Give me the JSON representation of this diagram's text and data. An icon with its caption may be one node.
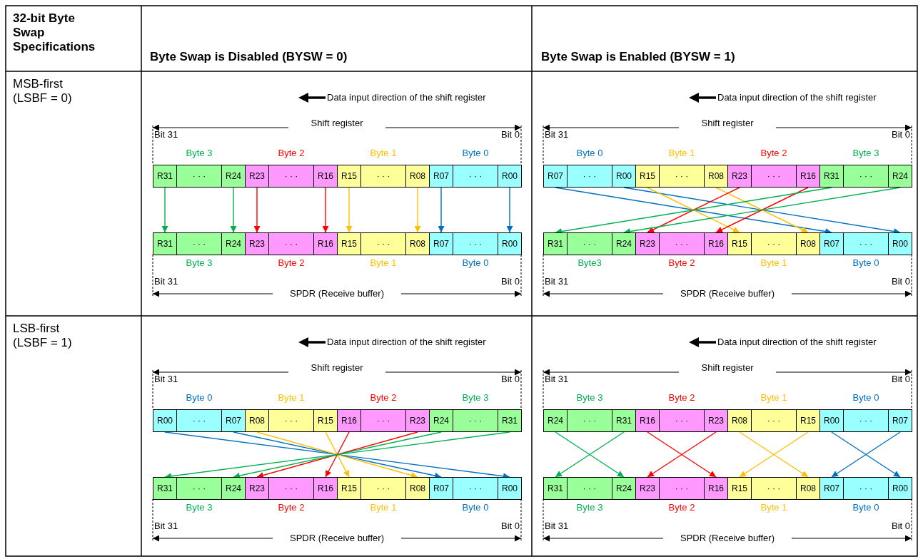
{
  "diagram": {
    "nodes": [
      {
        "text": [
          "R31"
        ]
      },
      {
        "text": [
          "· · ·"
        ]
      },
      {
        "text": [
          "R24"
        ]
      },
      {
        "text": [
          "R23"
        ]
      },
      {
        "text": [
          "· · ·"
        ]
      },
      {
        "text": [
          "R16"
        ]
      },
      {
        "text": [
          "R15"
        ]
      },
      {
        "text": [
          "· · ·"
        ]
      },
      {
        "text": [
          "R08"
        ]
      },
      {
        "text": [
          "R07"
        ]
      },
      {
        "text": [
          "· · ·"
        ]
      },
      {
        "text": [
          "R00"
        ]
      },
      {
        "text": [
          "R31"
        ]
      },
      {
        "text": [
          "· · ·"
        ]
      },
      {
        "text": [
          "R24"
        ]
      },
      {
        "text": [
          "R23"
        ]
      },
      {
        "text": [
          "· · ·"
        ]
      },
      {
        "text": [
          "R16"
        ]
      },
      {
        "text": [
          "R15"
        ]
      },
      {
        "text": [
          "· · ·"
        ]
      },
      {
        "text": [
          "R08"
        ]
      },
      {
        "text": [
          "R07"
        ]
      },
      {
        "text": [
          "· · ·"
        ]
      },
      {
        "text": [
          "R00"
        ]
      },
      {
        "text": [
          "R07"
        ]
      },
      {
        "text": [
          "· · ·"
        ]
      },
      {
        "text": [
          "R00"
        ]
      },
      {
        "text": [
          "R15"
        ]
      },
      {
        "text": [
          "· · ·"
        ]
      },
      {
        "text": [
          "R08"
        ]
      },
      {
        "text": [
          "R23"
        ]
      },
      {
        "text": [
          "· · ·"
        ]
      },
      {
        "text": [
          "R16"
        ]
      },
      {
        "text": [
          "R31"
        ]
      },
      {
        "text": [
          "· · ·"
        ]
      },
      {
        "text": [
          "R24"
        ]
      },
      {
        "text": [
          "R31"
        ]
      },
      {
        "text": [
          "· · ·"
        ]
      },
      {
        "text": [
          "R24"
        ]
      },
      {
        "text": [
          "R23"
        ]
      },
      {
        "text": [
          "· · ·"
        ]
      },
      {
        "text": [
          "R16"
        ]
      },
      {
        "text": [
          "R15"
        ]
      },
      {
        "text": [
          "· · ·"
        ]
      },
      {
        "text": [
          "R08"
        ]
      },
      {
        "text": [
          "R07"
        ]
      },
      {
        "text": [
          "· · ·"
        ]
      },
      {
        "text": [
          "R00"
        ]
      },
      {
        "text": [
          "R00"
        ]
      },
      {
        "text": [
          "· · ·"
        ]
      },
      {
        "text": [
          "R07"
        ]
      },
      {
        "text": [
          "R08"
        ]
      },
      {
        "text": [
          "· · ·"
        ]
      },
      {
        "text": [
          "R15"
        ]
      },
      {
        "text": [
          "R16"
        ]
      },
      {
        "text": [
          "· · ·"
        ]
      },
      {
        "text": [
          "R23"
        ]
      },
      {
        "text": [
          "R24"
        ]
      },
      {
        "text": [
          "· · ·"
        ]
      },
      {
        "text": [
          "R31"
        ]
      },
      {
        "text": [
          "R31"
        ]
      },
      {
        "text": [
          "· · ·"
        ]
      },
      {
        "text": [
          "R24"
        ]
      },
      {
        "text": [
          "R23"
        ]
      },
      {
        "text": [
          "· · ·"
        ]
      },
      {
        "text": [
          "R16"
        ]
      },
      {
        "text": [
          "R15"
        ]
      },
      {
        "text": [
          "· · ·"
        ]
      },
      {
        "text": [
          "R08"
        ]
      },
      {
        "text": [
          "R07"
        ]
      },
      {
        "text": [
          "· · ·"
        ]
      },
      {
        "text": [
          "R00"
        ]
      },
      {
        "text": [
          "R24"
        ]
      },
      {
        "text": [
          "· · ·"
        ]
      },
      {
        "text": [
          "R31"
        ]
      },
      {
        "text": [
          "R16"
        ]
      },
      {
        "text": [
          "· · ·"
        ]
      },
      {
        "text": [
          "R23"
        ]
      },
      {
        "text": [
          "R08"
        ]
      },
      {
        "text": [
          "· · ·"
        ]
      },
      {
        "text": [
          "R15"
        ]
      },
      {
        "text": [
          "R00"
        ]
      },
      {
        "text": [
          "· · ·"
        ]
      },
      {
        "text": [
          "R07"
        ]
      },
      {
        "text": [
          "R31"
        ]
      },
      {
        "text": [
          "· · ·"
        ]
      },
      {
        "text": [
          "R24"
        ]
      },
      {
        "text": [
          "R23"
        ]
      },
      {
        "text": [
          "· · ·"
        ]
      },
      {
        "text": [
          "R16"
        ]
      },
      {
        "text": [
          "R15"
        ]
      },
      {
        "text": [
          "· · ·"
        ]
      },
      {
        "text": [
          "R08"
        ]
      },
      {
        "text": [
          "R07"
        ]
      },
      {
        "text": [
          "· · ·"
        ]
      },
      {
        "text": [
          "R00"
        ]
      }
    ],
    "edges": [
      {
        "from": 0,
        "to": 12,
        "arrow": "to",
        "color": "#00b050"
      },
      {
        "from": 2,
        "to": 14,
        "arrow": "to",
        "color": "#00b050"
      },
      {
        "from": 3,
        "to": 15,
        "arrow": "to",
        "color": "#ff0000"
      },
      {
        "from": 5,
        "to": 17,
        "arrow": "to",
        "color": "#ff0000"
      },
      {
        "from": 6,
        "to": 18,
        "arrow": "to",
        "color": "#ffc000"
      },
      {
        "from": 8,
        "to": 20,
        "arrow": "to",
        "color": "#ffc000"
      },
      {
        "from": 9,
        "to": 21,
        "arrow": "to",
        "color": "#0070c0"
      },
      {
        "from": 11,
        "to": 23,
        "arrow": "to",
        "color": "#0070c0"
      },
      {
        "from": 24,
        "to": 45,
        "arrow": "to",
        "color": "#0070c0"
      },
      {
        "from": 26,
        "to": 47,
        "arrow": "to",
        "color": "#0070c0"
      },
      {
        "from": 27,
        "to": 42,
        "arrow": "to",
        "color": "#ffc000"
      },
      {
        "from": 29,
        "to": 44,
        "arrow": "to",
        "color": "#ffc000"
      },
      {
        "from": 30,
        "to": 39,
        "arrow": "to",
        "color": "#ff0000"
      },
      {
        "from": 32,
        "to": 41,
        "arrow": "to",
        "color": "#ff0000"
      },
      {
        "from": 33,
        "to": 36,
        "arrow": "to",
        "color": "#00b050"
      },
      {
        "from": 35,
        "to": 38,
        "arrow": "to",
        "color": "#00b050"
      },
      {
        "from": 48,
        "to": 71,
        "arrow": "to",
        "color": "#0070c0"
      },
      {
        "from": 50,
        "to": 69,
        "arrow": "to",
        "color": "#0070c0"
      },
      {
        "from": 51,
        "to": 68,
        "arrow": "to",
        "color": "#ffc000"
      },
      {
        "from": 53,
        "to": 66,
        "arrow": "to",
        "color": "#ffc000"
      },
      {
        "from": 54,
        "to": 65,
        "arrow": "to",
        "color": "#ff0000"
      },
      {
        "from": 56,
        "to": 63,
        "arrow": "to",
        "color": "#ff0000"
      },
      {
        "from": 57,
        "to": 62,
        "arrow": "to",
        "color": "#00b050"
      },
      {
        "from": 59,
        "to": 60,
        "arrow": "to",
        "color": "#00b050"
      },
      {
        "from": 72,
        "to": 86,
        "arrow": "to",
        "color": "#00b050"
      },
      {
        "from": 74,
        "to": 84,
        "arrow": "to",
        "color": "#00b050"
      },
      {
        "from": 75,
        "to": 89,
        "arrow": "to",
        "color": "#ff0000"
      },
      {
        "from": 77,
        "to": 87,
        "arrow": "to",
        "color": "#ff0000"
      },
      {
        "from": 78,
        "to": 92,
        "arrow": "to",
        "color": "#ffc000"
      },
      {
        "from": 80,
        "to": 90,
        "arrow": "to",
        "color": "#ffc000"
      },
      {
        "from": 81,
        "to": 95,
        "arrow": "to",
        "color": "#0070c0"
      },
      {
        "from": 83,
        "to": 93,
        "arrow": "to",
        "color": "#0070c0"
      }
    ],
    "labels": [
      "32-bit Byte Swap Specifications",
      "Byte Swap is Disabled (BYSW = 0)",
      "Byte Swap is Enabled (BYSW = 1)",
      "MSB-first (LSBF = 0)",
      "Data input direction of the shift register",
      "Shift register",
      "Bit 31",
      "Bit 0",
      "Byte 3",
      "Byte 2",
      "Byte 1",
      "Byte 0",
      "Byte 3",
      "Byte 2",
      "Byte 1",
      "Byte 0",
      "Bit 31",
      "Bit 0",
      "SPDR (Receive buffer)",
      "Data input direction of the shift register",
      "Shift register",
      "Bit 31",
      "Bit 0",
      "Byte 0",
      "Byte 1",
      "Byte 2",
      "Byte 3",
      "Byte3",
      "Byte 2",
      "Byte 1",
      "Byte 0",
      "Bit 31",
      "Bit 0",
      "SPDR (Receive buffer)",
      "LSB-first (LSBF = 1)",
      "Data input direction of the shift register",
      "Shift register",
      "Bit 31",
      "Bit 0",
      "Byte 0",
      "Byte 1",
      "Byte 2",
      "Byte 3",
      "Byte 3",
      "Byte 2",
      "Byte 1",
      "Byte 0",
      "Bit 31",
      "Bit 0",
      "SPDR (Receive buffer)",
      "Data input direction of the shift register",
      "Shift register",
      "Bit 31",
      "Bit 0",
      "Byte 3",
      "Byte 2",
      "Byte 1",
      "Byte 0",
      "Byte 3",
      "Byte 2",
      "Byte 1",
      "Byte 0",
      "Bit 31",
      "Bit 0",
      "SPDR (Receive buffer)"
    ]
  }
}
